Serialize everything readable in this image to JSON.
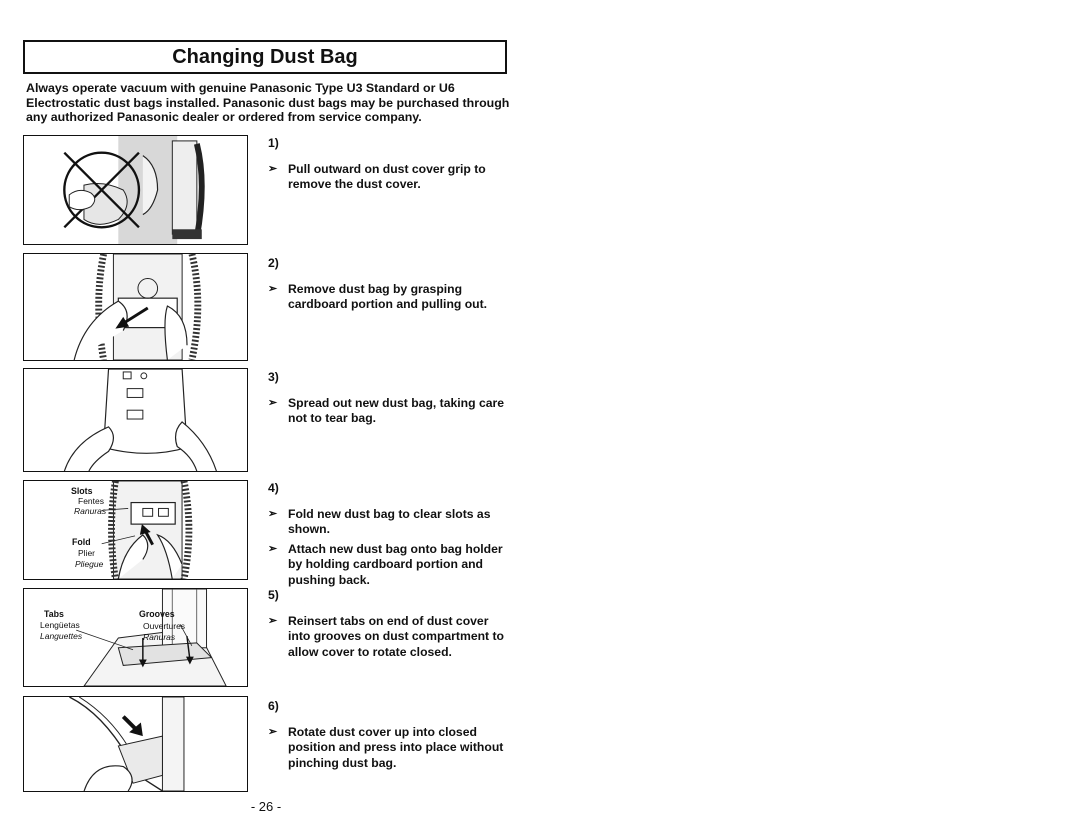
{
  "title": "Changing Dust Bag",
  "intro": "Always operate vacuum with genuine Panasonic Type U3 Standard or U6 Electrostatic dust bags installed. Panasonic dust bags may be purchased through any authorized Panasonic dealer or ordered from service company.",
  "arrow_glyph": "➢",
  "steps": [
    {
      "number": "1)",
      "bullets": [
        "Pull outward on dust cover grip to remove the dust cover."
      ]
    },
    {
      "number": "2)",
      "bullets": [
        "Remove dust bag by grasping cardboard portion and pulling out."
      ]
    },
    {
      "number": "3)",
      "bullets": [
        "Spread out new dust bag, taking care not to tear bag."
      ]
    },
    {
      "number": "4)",
      "bullets": [
        "Fold new dust bag to clear slots as shown.",
        "Attach new dust bag onto bag holder by holding cardboard portion and pushing back."
      ]
    },
    {
      "number": "5)",
      "bullets": [
        "Reinsert tabs on end of dust cover into grooves on dust compartment to allow cover to rotate closed."
      ]
    },
    {
      "number": "6)",
      "bullets": [
        "Rotate dust cover up into closed position and press into place without pinching dust bag."
      ]
    }
  ],
  "figure_labels": {
    "slots": "Slots",
    "slots_fr": "Fentes",
    "slots_es": "Ranuras",
    "fold": "Fold",
    "fold_fr": "Plier",
    "fold_es": "Pliegue",
    "tabs": "Tabs",
    "tabs_es": "Lengüetas",
    "tabs_fr": "Languettes",
    "grooves": "Grooves",
    "grooves_fr": "Ouvertures",
    "grooves_es": "Ranuras"
  },
  "page_number": "- 26 -"
}
